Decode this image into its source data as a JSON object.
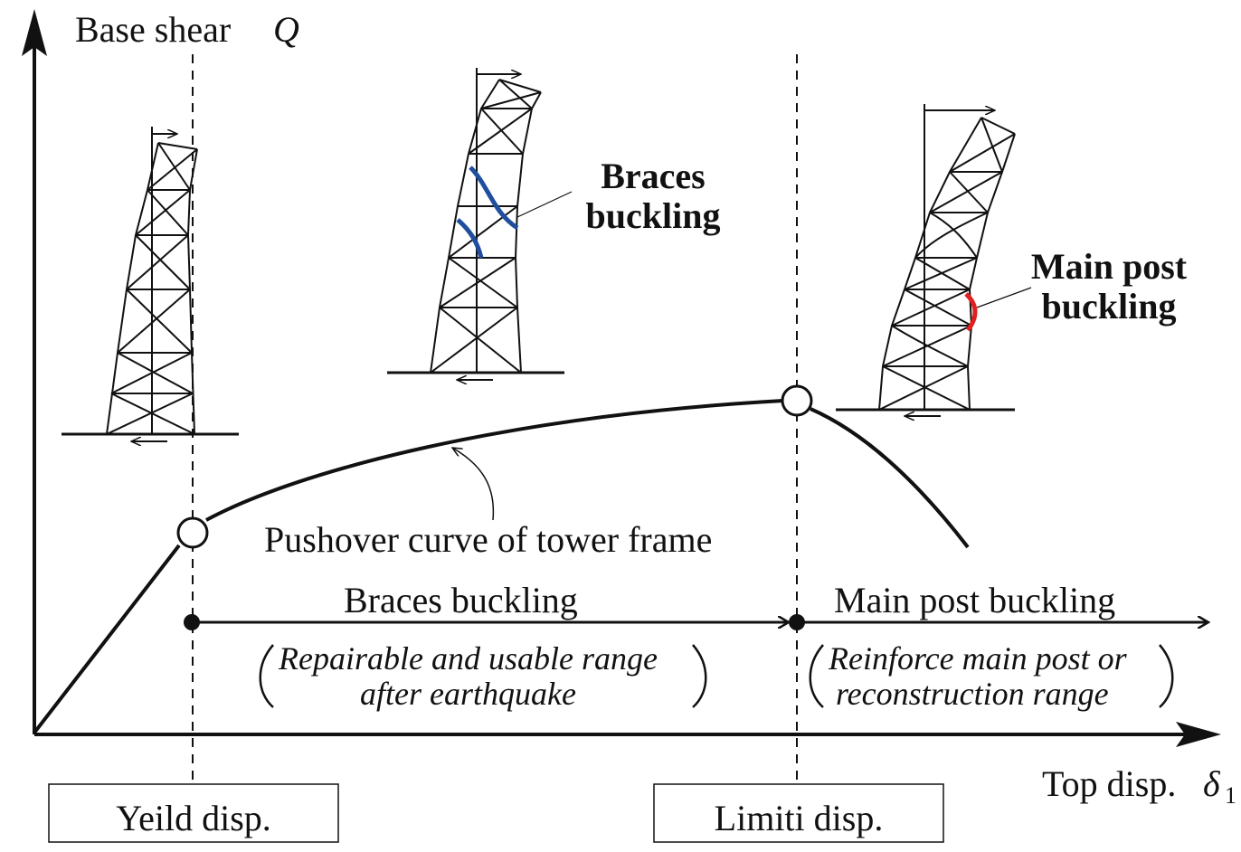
{
  "axes": {
    "y_label": "Base shear",
    "y_symbol": "Q",
    "x_label": "Top disp.",
    "x_symbol": "δ",
    "x_symbol_sub": "1"
  },
  "curve_label": "Pushover curve of tower frame",
  "annotations": {
    "braces_line1": "Braces",
    "braces_line2": "buckling",
    "braces_color": "#1f4e9e",
    "mainpost_line1": "Main post",
    "mainpost_line2": "buckling",
    "mainpost_color": "#e02020"
  },
  "ranges": {
    "braces_title": "Braces buckling",
    "braces_note1": "Repairable and usable range",
    "braces_note2": "after earthquake",
    "mainpost_title": "Main post buckling",
    "mainpost_note1": "Reinforce main post or",
    "mainpost_note2": "reconstruction range"
  },
  "boxes": {
    "yield": "Yeild disp.",
    "limit": "Limiti disp."
  }
}
